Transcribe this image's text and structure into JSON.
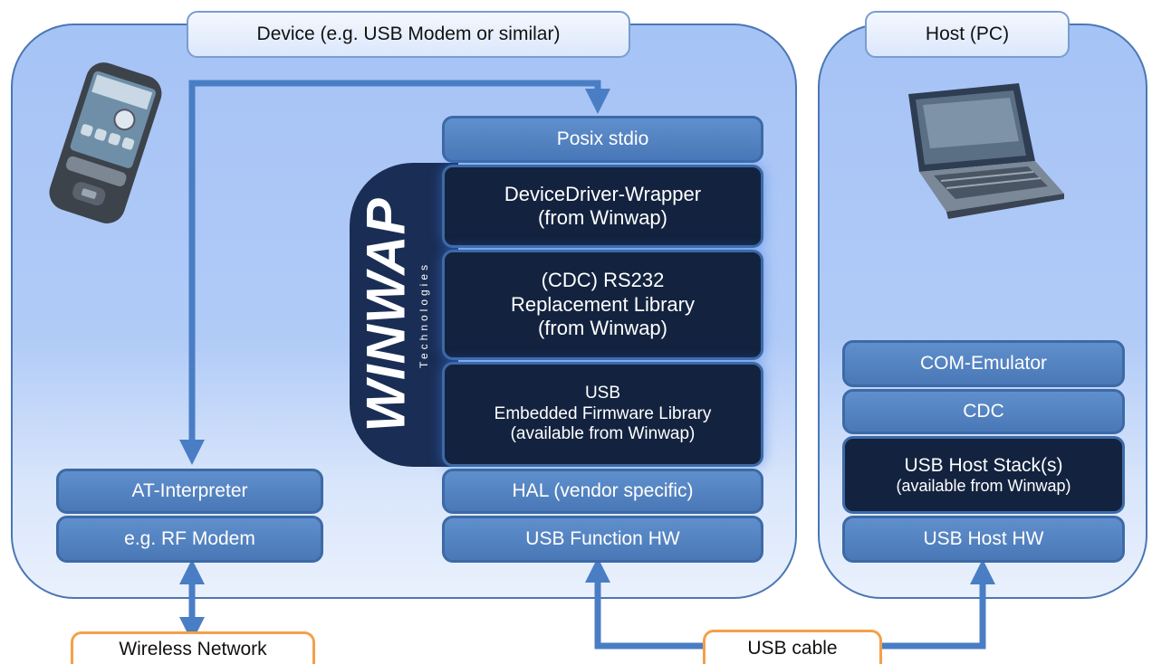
{
  "device_panel": {
    "label": "Device (e.g. USB Modem or similar)"
  },
  "host_panel": {
    "label": "Host (PC)"
  },
  "brand": {
    "name": "WINWAP",
    "tagline": "Technologies"
  },
  "device_stack": [
    {
      "id": "posix",
      "text": "Posix stdio"
    },
    {
      "id": "devdrv",
      "lines": [
        "DeviceDriver-Wrapper",
        "(from Winwap)"
      ]
    },
    {
      "id": "cdc-rs232",
      "lines": [
        "(CDC) RS232",
        "Replacement Library",
        "(from Winwap)"
      ]
    },
    {
      "id": "usb-fw",
      "lines": [
        "USB",
        "Embedded Firmware Library",
        "(available from Winwap)"
      ]
    },
    {
      "id": "hal",
      "text": "HAL (vendor specific)"
    },
    {
      "id": "usb-func-hw",
      "text": "USB Function HW"
    }
  ],
  "modem_stack": [
    {
      "id": "at",
      "text": "AT-Interpreter"
    },
    {
      "id": "rf",
      "text": "e.g. RF Modem"
    }
  ],
  "host_stack": [
    {
      "id": "com",
      "text": "COM-Emulator"
    },
    {
      "id": "cdc",
      "text": "CDC"
    },
    {
      "id": "usb-host-stack",
      "lines": [
        "USB Host Stack(s)",
        "(available from Winwap)"
      ]
    },
    {
      "id": "usb-host-hw",
      "text": "USB Host HW"
    }
  ],
  "external": {
    "wireless": "Wireless Network",
    "usb_cable": "USB cable"
  },
  "colors": {
    "panel_border": "#4a77b4",
    "block_light": "#5586c5",
    "block_dark": "#13233f",
    "arrow": "#4a7ec4",
    "external_border": "#f4a04a"
  }
}
